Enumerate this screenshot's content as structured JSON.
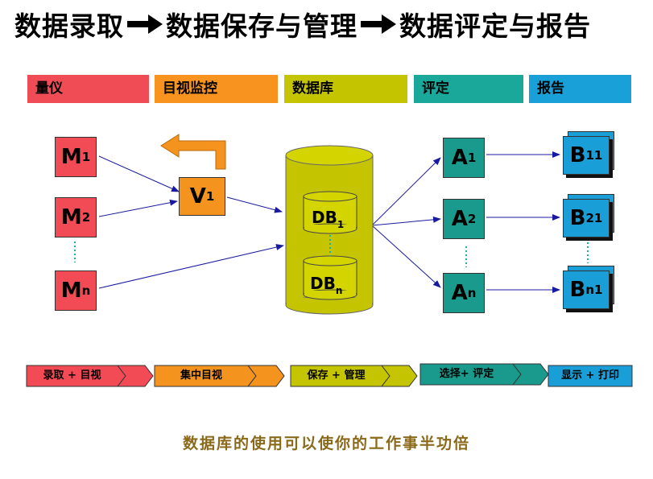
{
  "title": {
    "step1": "数据录取",
    "step2": "数据保存与管理",
    "step3": "数据评定与报告"
  },
  "headers": [
    {
      "label": "量仪",
      "color": "#f04c56"
    },
    {
      "label": "目视监控",
      "color": "#f7931e"
    },
    {
      "label": "数据库",
      "color": "#c4c400"
    },
    {
      "label": "评定",
      "color": "#1aa89b"
    },
    {
      "label": "报告",
      "color": "#19a0d8"
    }
  ],
  "instruments": [
    {
      "base": "M",
      "sub": "1"
    },
    {
      "base": "M",
      "sub": "2"
    },
    {
      "base": "M",
      "sub": "n"
    }
  ],
  "monitor": {
    "base": "V",
    "sub": "1"
  },
  "database": [
    {
      "base": "DB",
      "sub": "1"
    },
    {
      "base": "DB",
      "sub": "n"
    }
  ],
  "evaluations": [
    {
      "base": "A",
      "sub": "1"
    },
    {
      "base": "A",
      "sub": "2"
    },
    {
      "base": "A",
      "sub": "n"
    }
  ],
  "reports": [
    {
      "base": "B",
      "sub": "11"
    },
    {
      "base": "B",
      "sub": "21"
    },
    {
      "base": "B",
      "sub": "n1"
    }
  ],
  "flow": [
    {
      "label": "录取 + 目视",
      "color": "#f24b56"
    },
    {
      "label": "集中目视",
      "color": "#f4931e"
    },
    {
      "label": "保存 + 管理",
      "color": "#c4c400"
    },
    {
      "label": "选择+  评定",
      "color": "#1a9a8c"
    },
    {
      "label": "显示 + 打印",
      "color": "#1a9ed7"
    }
  ],
  "footer": "数据库的使用可以使你的工作事半功倍"
}
